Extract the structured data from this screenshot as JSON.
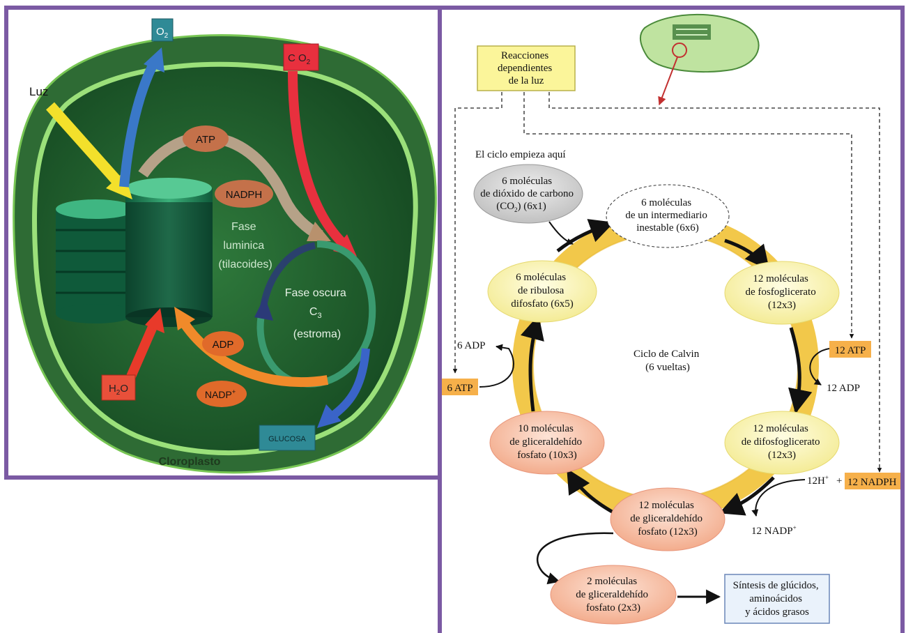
{
  "left": {
    "caption": "Cloroplasto",
    "light": "Luz",
    "o2_main": "O",
    "o2_sub": "2",
    "co2_main": "C O",
    "co2_sub": "2",
    "h2o_main": "H",
    "h2o_sub": "2",
    "h2o_end": "O",
    "atp": "ATP",
    "nadph": "NADPH",
    "adp": "ADP",
    "nadp_main": "NADP",
    "nadp_sup": "+",
    "glucosa": "GLUCOSA",
    "light_phase": [
      "Fase",
      "luminica",
      "(tilacoides)"
    ],
    "dark_phase": {
      "line1": "Fase oscura",
      "line2_main": "C",
      "line2_sub": "3",
      "line3": "(estroma)"
    }
  },
  "right": {
    "light_reactions": [
      "Reacciones",
      "dependientes",
      "de la luz"
    ],
    "start_here": "El ciclo empieza aquí",
    "co2_node": {
      "line1": "6 moléculas",
      "line2": "de dióxido de carbono",
      "line3_a": "(CO",
      "line3_sub": "2",
      "line3_b": ")   (6x1)"
    },
    "intermediate": [
      "6 moléculas",
      "de un intermediario",
      "inestable (6x6)"
    ],
    "phosphoglycerate": [
      "12 moléculas",
      "de  fosfoglicerato",
      "(12x3)"
    ],
    "diphosphoglycerate": [
      "12 moléculas",
      "de difosfoglicerato",
      "(12x3)"
    ],
    "g3p_12": [
      "12 moléculas",
      "de gliceraldehído",
      "fosfato (12x3)"
    ],
    "g3p_10": [
      "10 moléculas",
      "de gliceraldehído",
      "fosfato (10x3)"
    ],
    "rubp": [
      "6 moléculas",
      "de ribulosa",
      "difosfato (6x5)"
    ],
    "g3p_2": [
      "2 moléculas",
      "de gliceraldehído",
      "fosfato (2x3)"
    ],
    "synthesis": [
      "Síntesis de glúcidos,",
      "aminoácidos",
      "y ácidos grasos"
    ],
    "calvin": [
      "Ciclo de Calvin",
      "(6 vueltas)"
    ],
    "atp_12": "12 ATP",
    "adp_12": "12 ADP",
    "h_12_main": "12H",
    "h_12_sup": "+",
    "plus": "+",
    "nadph_12": "12 NADPH",
    "nadp_12_main": "12 NADP",
    "nadp_12_sup": "+",
    "atp_6": "6 ATP",
    "adp_6": "6 ADP"
  },
  "colors": {
    "frame": "#7b5aa3",
    "stroma": "#1f5a2c",
    "membrane": "#8fd16a",
    "cycle_ring": "#f2c84a",
    "label_box_yellow": "#fbf59a",
    "atp_box_orange": "#f6b04a"
  }
}
